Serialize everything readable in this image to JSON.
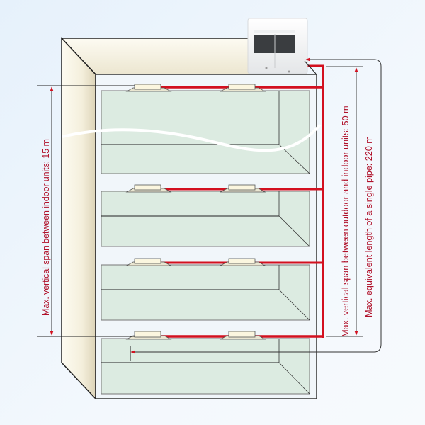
{
  "diagram": {
    "type": "vrf-piping-limits",
    "colors": {
      "background": "#eaf3fb",
      "refrigerant_pipe": "#d3101f",
      "label_text": "#b0112a",
      "room_fill": "#dcebe1",
      "wall_fill": "#f6f2e2",
      "outline": "#222222"
    },
    "outdoor_unit": {
      "label": "outdoor-unit"
    },
    "floors": [
      {
        "id": "floor-1",
        "indoor_units": 2
      },
      {
        "id": "floor-2",
        "indoor_units": 2
      },
      {
        "id": "floor-3",
        "indoor_units": 2
      },
      {
        "id": "floor-4",
        "indoor_units": 2
      }
    ],
    "labels": {
      "indoor_span": "Max. vertical span between indoor units: 15 m",
      "outdoor_indoor_span": "Max. vertical span between outdoor and indoor units: 50 m",
      "pipe_length": "Max. equivalent length of a single pipe: 220 m"
    }
  }
}
